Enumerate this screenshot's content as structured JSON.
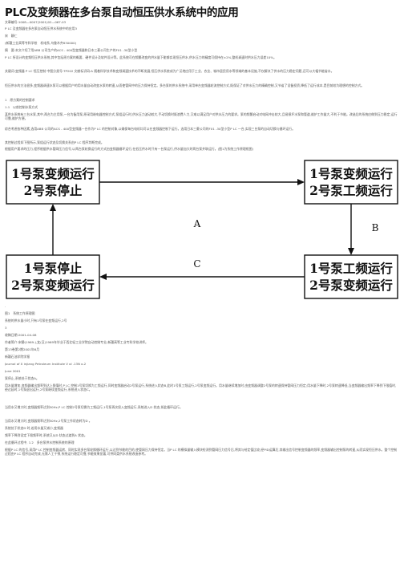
{
  "doc": {
    "title": "PLC及变频器在多台泵自动恒压供水系统中的应用",
    "head_lines": [
      "文章编号:1008—0007(2001)02—067-03",
      "P LC 及变频器在多台泵自动恒压供水系统中的应用3",
      "宋　静仁",
      "(新疆工业高等专科学校　机电系,乌鲁木齐830000)",
      "摘　要:本文介绍了用ABB 公司生产的ACS - 400型变频器和日本三菱公司生产的FX1 -30型小型",
      "P LC 所设计的变频恒压供水系统,其中包括原方案的概要、硬件设计及软件设计等。此系统可在频繁改变的供水量下能够实现恒压供水,供水压力的精度可保持在±2%,整机调速时供水压力误差10%。",
      "关键词:变频器 P LC 恒压控制 中图分类号:TP202 文献标识码:A 随着科学技术和变频调速技术的不断发展,恒压供水系统成为广泛地应用于工业、农业、城市居民用水等领域的基本设施,不仅解决了供水的压力稳定问题,还可以大幅节能省水。",
      "恒压供水的方法很多,变频器调速水泵可以根据用户的用水量自动改变水泵的转速,从而使管网中的压力保持恒定。多台泵的供水系统中,采用单台变频器轮流控制方式,既保证了对供水压力的精确控制,又节省了设备投资,降低了运行成本,是目前较为理想的控制方式。",
      "1　原方案的控制要求",
      "1.1　以前控制水泵方式"
    ],
    "paragraphs": [
      "某供水系统有三台水泵,其中,两台为主用泵,一台为备用泵,原采用继电器控制方式,泵组运行时,供水压力波动较大,手动切换时既浪费人力,又难以满足用户对供水压力的要求。泵的频繁启动对电网冲击较大,且易损坏水泵和管道,维护工作量大,不利于节能。改造后的系统应做到压力稳定,运行可靠,维护方便。",
      "综合考虑各种因素,选用ABB 公司的ACS - 400型变频器一台作为P LC 的控制对象,以确保每台电机均可以在变频器控制下运行。选用日本三菱公司的FX1 -30型小型P LC 一台,实现三台泵的自动切换与循环运行。",
      "其控制过程如下图所示,泵组运行状态及切换关系由P LC 程序判断完成。"
    ],
    "flow_caption": "根据用户要求的压力,程序根据供水管网压力信号,以两台泵轮换运行的方式由变频器循环运行,在低压供水时只有一台泵运行,供水量加大时两台泵并联运行。(图1为系统工作原理框图)",
    "diagram": {
      "boxes": [
        {
          "line1": "1号泵变频运行",
          "line2": "2号泵停止"
        },
        {
          "line1": "1号泵变频运行",
          "line2": "2号泵工频运行"
        },
        {
          "line1": "1号泵工频运行",
          "line2": "2号泵变频运行"
        },
        {
          "line1": "1号泵停止",
          "line2": "2号泵变频运行"
        }
      ],
      "labels": [
        "A",
        "B",
        "C"
      ]
    },
    "after_lines": [
      "·",
      "图1　系统工作原理图",
      "系统的供水量小时,只有1号泵在变频运行,2号",
      "3",
      "收稿日期:2001-04-08",
      "作者简介:宋静(1969-),女(汉)1969年毕业于西北轻工业学院自动控制专业,新疆高等工业专科学校讲师。",
      "第13卷第2期2001年6月",
      "新疆石油学院学报",
      "Journal of X injiang Petroleum Institute V ol .13N o.2",
      "June 2001",
      "泵停止,系统处于状态A。"
    ],
    "tail_paragraphs": [
      "用水量增加,变频器输出频率到达上限值时,P LC 控制1号泵切换为工频运行,同时变频器启动2号泵运行,系统进入状态B,此时1号泵工频运行,2号泵变频运行。用水量继续增加时,由变频器调整2号泵的转速保持管网压力恒定;用水量下降时,2号泵转速降低,当变频器输出频率下降到下限值时,经过延时,1号泵退出运行,2号泵继续变频运行,系统进入状态C。",
      "当用水又增大时,变频器频率达到50Hz,P LC 控制2号泵切换为工频运行,1号泵再次投入变频运行,系统进入D 状态,如此循环运行。"
    ],
    "tail_lines": [
      "当用水又增大时,变频器频率达到50Hz,2号泵工作状态转为D 。",
      "系统处于状态D 时,若用水量又减小,变频器",
      "频率下降到设定下限频率时,系统又从D 状态过渡到A 状态。",
      "在此循环过程中,   1.2　多台泵供水控制系统的原理"
    ],
    "final_paragraph": "根据P LC 的信号,采用P LC 控制变频器运转、同时实现多台泵轮换循环运行,以达到节能的目的,使管网压力保持恒定。当P LC 的模拟量输入模块检测到管网压力信号后,将其与给定值比较,经PID运算后,其输出信号控制变频器的频率,变频器输出控制泵的转速,从而实现恒压供水。整个控制过程由P LC 程序自动完成,无需人工干预,系统运行稳定可靠,节能效果显著,可供同类供水系统改造参考。"
  }
}
